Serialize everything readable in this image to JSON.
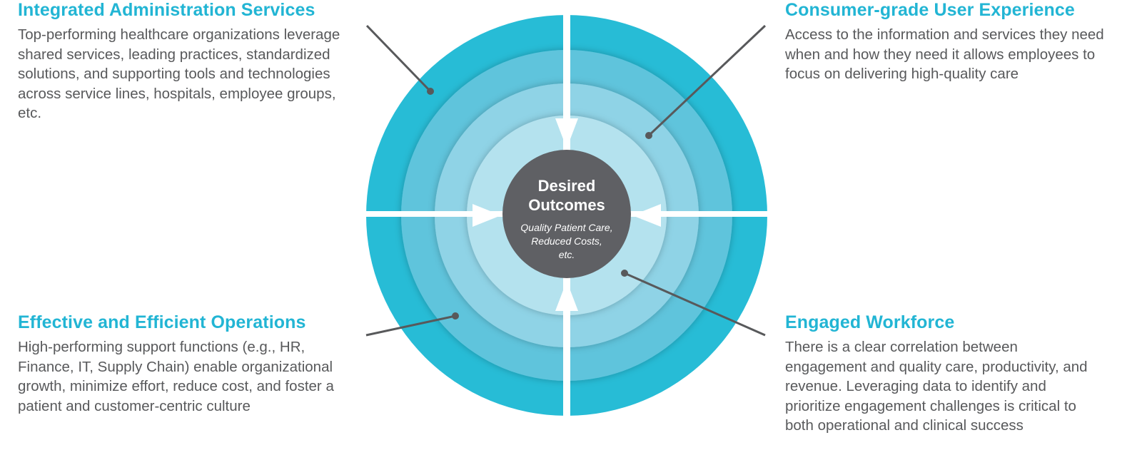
{
  "sections": {
    "top_left": {
      "heading": "Integrated Administration Services",
      "body": "Top-performing healthcare organizations leverage shared services, leading practices, standardized solutions, and supporting tools and technologies across service lines, hospitals, employee groups, etc."
    },
    "top_right": {
      "heading": "Consumer-grade User Experience",
      "body": "Access to the information and services they need when and how they need it allows employees to focus on delivering high-quality care"
    },
    "bottom_left": {
      "heading": "Effective and Efficient Operations",
      "body": "High-performing support functions (e.g., HR, Finance, IT, Supply Chain) enable organizational growth, minimize effort, reduce cost, and foster a patient and customer-centric culture"
    },
    "bottom_right": {
      "heading": "Engaged Workforce",
      "body": "There is a clear correlation between engagement and quality care, productivity, and revenue. Leveraging data to identify and prioritize engagement challenges is critical to both operational and clinical success"
    }
  },
  "center": {
    "title_line1": "Desired",
    "title_line2": "Outcomes",
    "sub_line1": "Quality Patient Care,",
    "sub_line2": "Reduced Costs,",
    "sub_line3": "etc."
  },
  "colors": {
    "ring1": "#27bcd6",
    "ring2": "#5fc4dc",
    "ring3": "#8fd3e6",
    "ring4": "#b4e2ee",
    "core": "#5f6064",
    "heading": "#22b5d4",
    "body": "#58595b",
    "leader": "#58595b"
  }
}
